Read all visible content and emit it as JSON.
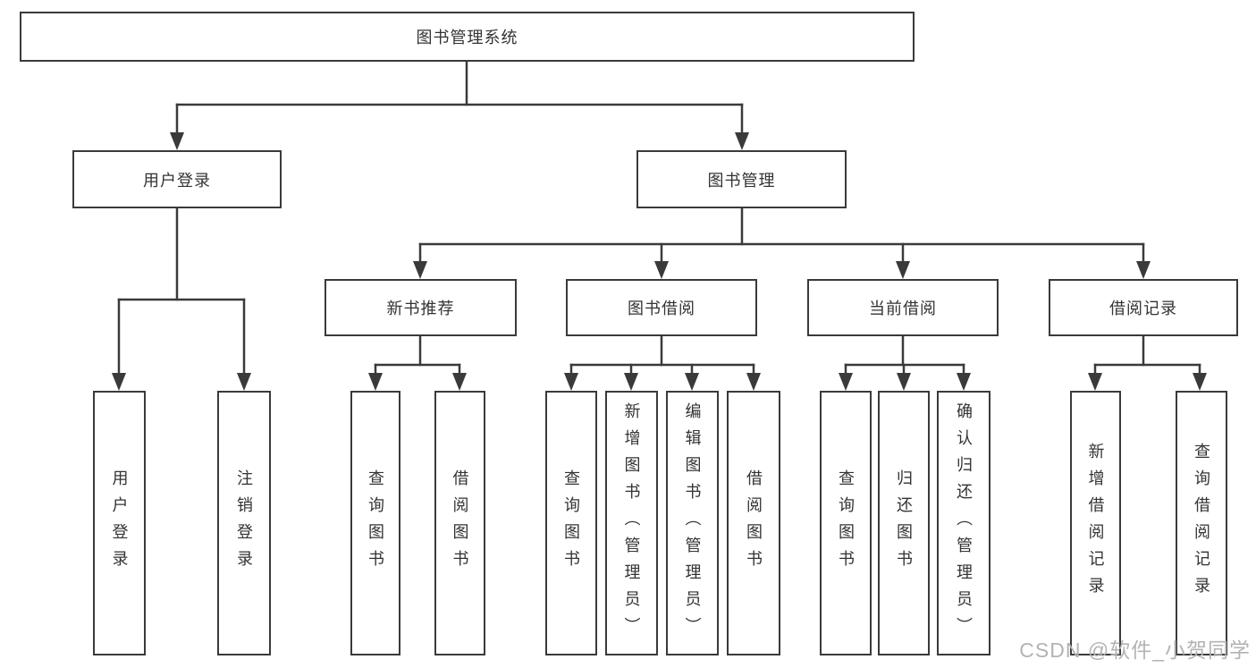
{
  "diagram_title": "图书管理系统",
  "nodes": {
    "root": {
      "label": "图书管理系统"
    },
    "user_login": {
      "label": "用户登录",
      "children": [
        {
          "label": "用户登录"
        },
        {
          "label": "注销登录"
        }
      ]
    },
    "book_mgmt": {
      "label": "图书管理",
      "children": [
        {
          "label": "新书推荐",
          "children": [
            {
              "label": "查询图书"
            },
            {
              "label": "借阅图书"
            }
          ]
        },
        {
          "label": "图书借阅",
          "children": [
            {
              "label": "查询图书"
            },
            {
              "label": "新增图书（管理员）"
            },
            {
              "label": "编辑图书（管理员）"
            },
            {
              "label": "借阅图书"
            }
          ]
        },
        {
          "label": "当前借阅",
          "children": [
            {
              "label": "查询图书"
            },
            {
              "label": "归还图书"
            },
            {
              "label": "确认归还（管理员）"
            }
          ]
        },
        {
          "label": "借阅记录",
          "children": [
            {
              "label": "新增借阅记录"
            },
            {
              "label": "查询借阅记录"
            }
          ]
        }
      ]
    }
  },
  "watermark": "CSDN @软件_小贺同学",
  "colors": {
    "line": "#3a3a3a",
    "text": "#333333",
    "watermark": "#b3b3b3",
    "background": "#ffffff"
  }
}
